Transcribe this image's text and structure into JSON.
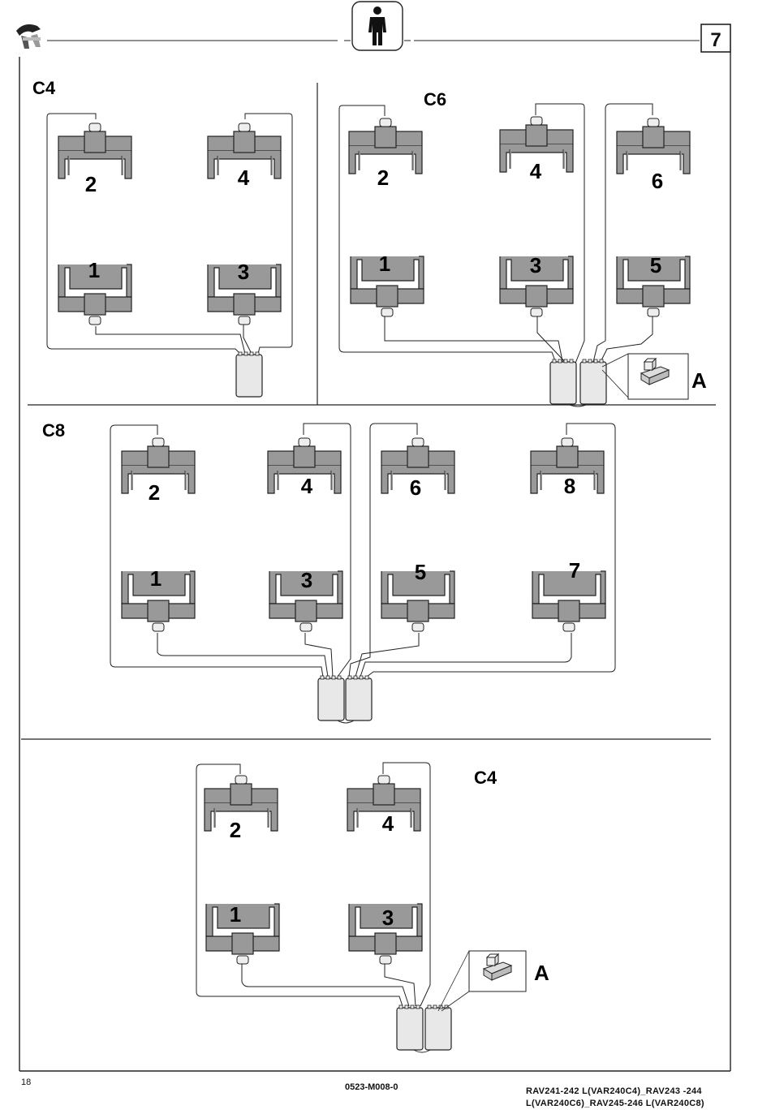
{
  "header": {
    "logo_icon": "lift-brand-logo-icon",
    "operator_icon": "person-standing-icon",
    "page_tag": "7"
  },
  "sections": [
    {
      "label": "C4",
      "lifts": [
        "1",
        "2",
        "3",
        "4"
      ]
    },
    {
      "label": "C6",
      "lifts": [
        "1",
        "2",
        "3",
        "4",
        "5",
        "6"
      ],
      "callout": "A"
    },
    {
      "label": "C8",
      "lifts": [
        "1",
        "2",
        "3",
        "4",
        "5",
        "6",
        "7",
        "8"
      ]
    },
    {
      "label": "C4",
      "lifts": [
        "1",
        "2",
        "3",
        "4"
      ],
      "callout": "A"
    }
  ],
  "footer": {
    "page_number": "18",
    "doc_code": "0523-M008-0",
    "models_line1": "RAV241-242 L(VAR240C4)_RAV243 -244",
    "models_line2": "L(VAR240C6)_RAV245-246 L(VAR240C8)"
  },
  "colors": {
    "column_fill": "#999999",
    "line": "#222222",
    "connector": "#eeeeee"
  }
}
